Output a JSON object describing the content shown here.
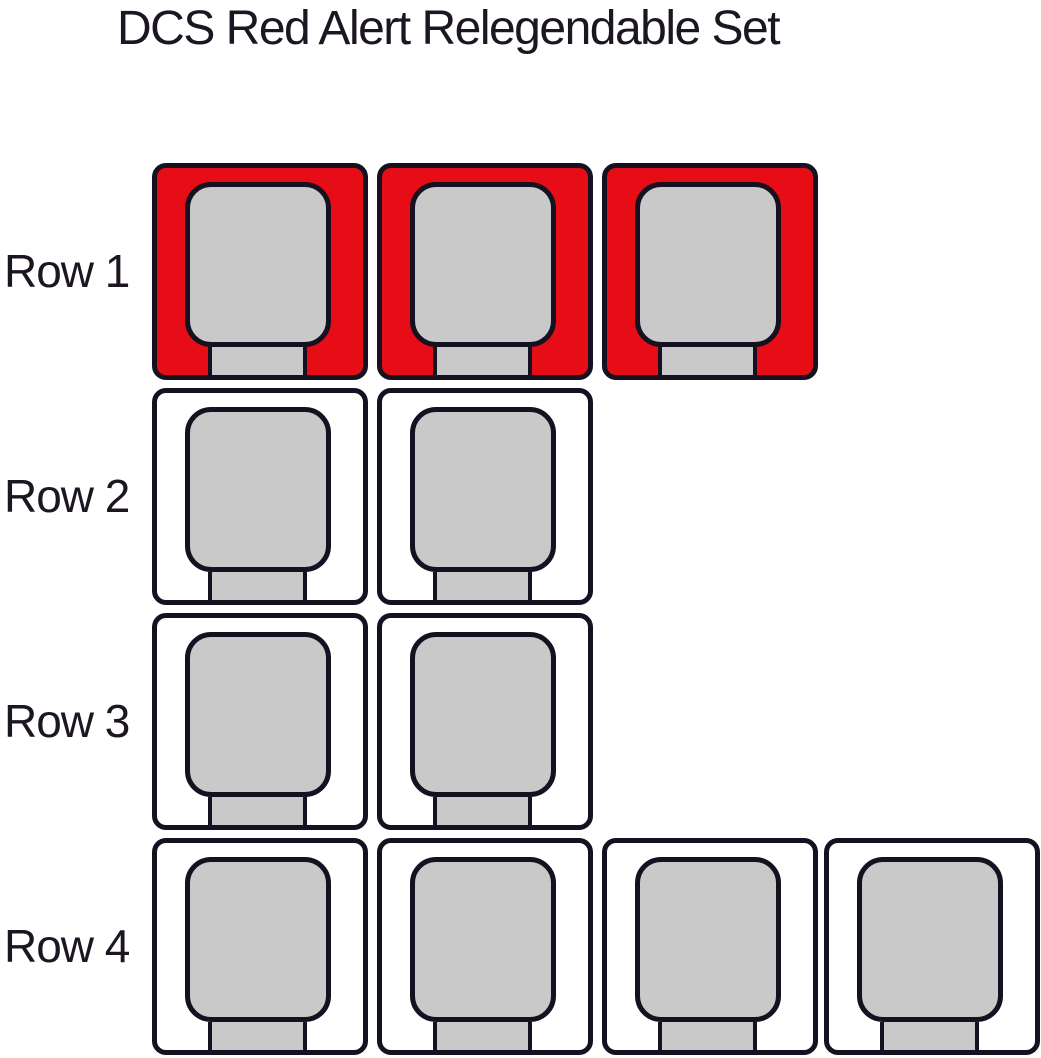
{
  "title": "DCS Red Alert Relegendable Set",
  "keyboard": {
    "rows": [
      {
        "label": "Row 1",
        "key_count": 3,
        "base_color": "red"
      },
      {
        "label": "Row 2",
        "key_count": 2,
        "base_color": "white"
      },
      {
        "label": "Row 3",
        "key_count": 2,
        "base_color": "white"
      },
      {
        "label": "Row 4",
        "key_count": 4,
        "base_color": "white"
      }
    ]
  },
  "colors": {
    "alert_red": "#e70d16",
    "outline": "#161120",
    "cap_gray": "#c9c9c9",
    "background": "#ffffff",
    "text": "#1c1522"
  }
}
